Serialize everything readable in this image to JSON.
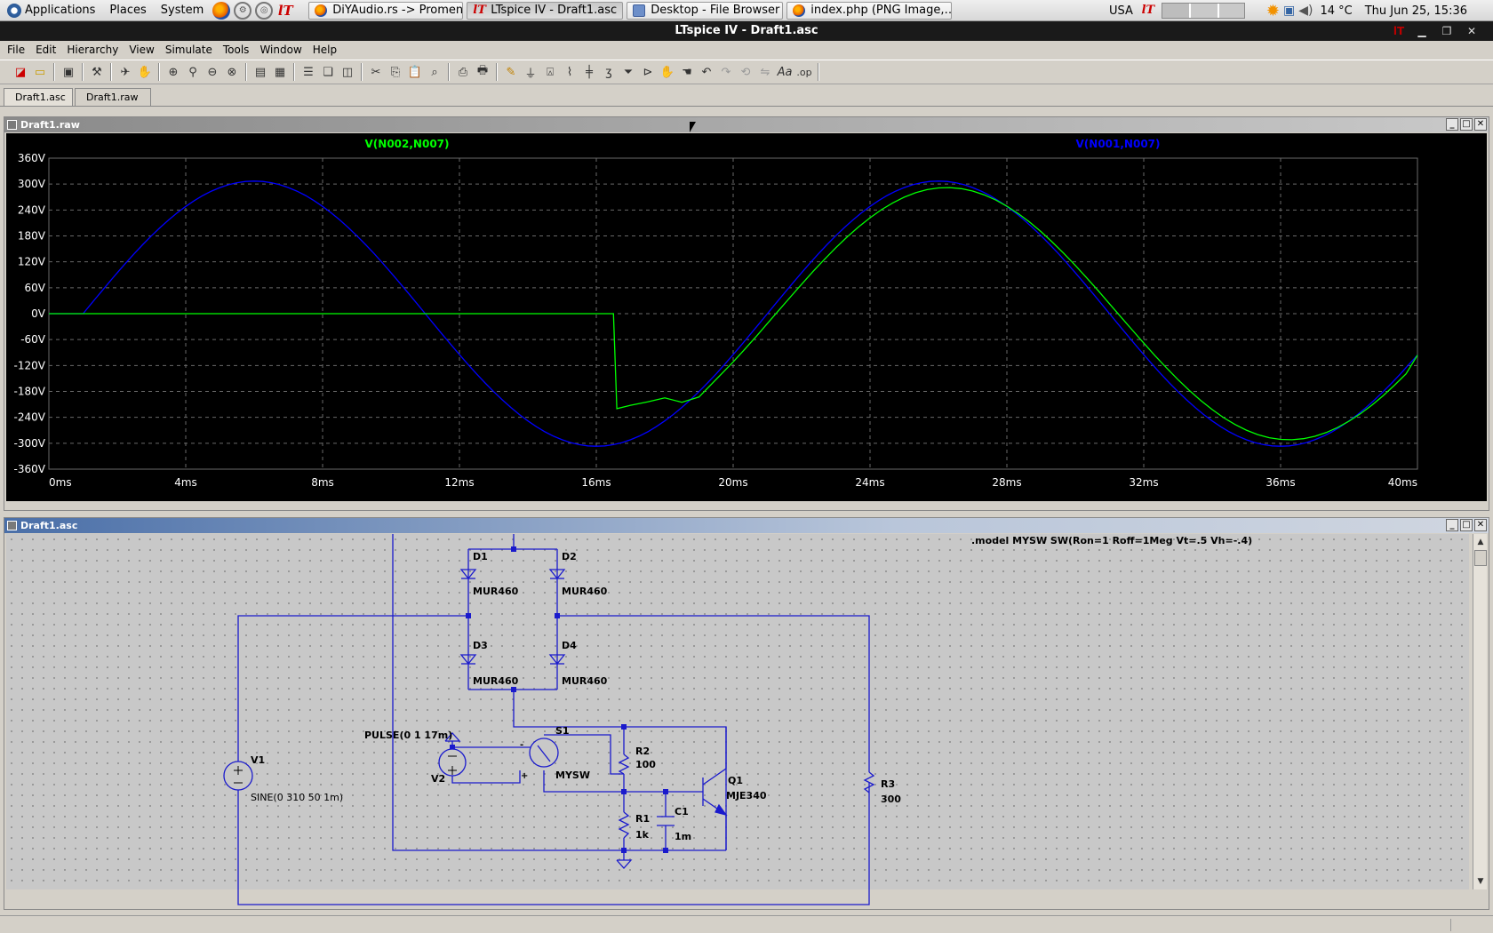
{
  "gnome_panel": {
    "menus": [
      "Applications",
      "Places",
      "System"
    ],
    "tasks": [
      {
        "label": "DiYAudio.rs -> Promen…",
        "icon": "firefox-icon"
      },
      {
        "label": "LTspice IV - Draft1.asc",
        "icon": "ltspice-icon",
        "active": true
      },
      {
        "label": "Desktop - File Browser",
        "icon": "folder-icon"
      },
      {
        "label": "index.php (PNG Image,…",
        "icon": "firefox-icon"
      }
    ],
    "keyboard_layout": "USA",
    "temperature": "14 °C",
    "clock": "Thu Jun 25, 15:36"
  },
  "app": {
    "title": "LTspice IV - Draft1.asc",
    "menu": [
      "File",
      "Edit",
      "Hierarchy",
      "View",
      "Simulate",
      "Tools",
      "Window",
      "Help"
    ],
    "tabs": [
      "Draft1.asc",
      "Draft1.raw"
    ]
  },
  "waveform_window": {
    "title": "Draft1.raw",
    "colors": {
      "background": "#000000",
      "grid": "#6a6a6a",
      "trace1": "#00ff00",
      "trace2": "#0000ff",
      "axis_text": "#ffffff"
    }
  },
  "chart_data": {
    "type": "line",
    "xlabel": "",
    "ylabel": "",
    "xlim": [
      0,
      40
    ],
    "ylim": [
      -360,
      360
    ],
    "x_ticks": [
      "0ms",
      "4ms",
      "8ms",
      "12ms",
      "16ms",
      "20ms",
      "24ms",
      "28ms",
      "32ms",
      "36ms",
      "40ms"
    ],
    "y_ticks": [
      "360V",
      "300V",
      "240V",
      "180V",
      "120V",
      "60V",
      "0V",
      "-60V",
      "-120V",
      "-180V",
      "-240V",
      "-300V",
      "-360V"
    ],
    "series": [
      {
        "name": "V(N002,N007)",
        "color": "#00ff00",
        "x": [
          0,
          1,
          5,
          10,
          16.5,
          16.6,
          17.0,
          17.5,
          18.0,
          18.5,
          19,
          20,
          22,
          24,
          26,
          28,
          30,
          32,
          34,
          36,
          38,
          40
        ],
        "y": [
          0,
          0,
          0,
          0,
          0,
          -220,
          -212,
          -204,
          -195,
          -205,
          -193,
          -164,
          -54,
          196,
          290,
          222,
          73,
          -125,
          -258,
          -290,
          -233,
          -96
        ]
      },
      {
        "name": "V(N001,N007)",
        "color": "#0000ff",
        "x": [
          0,
          1,
          2,
          4,
          6,
          8,
          10,
          12,
          14,
          16,
          18,
          20,
          22,
          24,
          26,
          28,
          30,
          32,
          34,
          36,
          38,
          40
        ],
        "y": [
          0,
          0,
          96,
          250,
          307,
          250,
          96,
          -96,
          -250,
          -307,
          -250,
          -96,
          96,
          250,
          307,
          250,
          96,
          -96,
          -250,
          -307,
          -250,
          -96
        ]
      }
    ]
  },
  "schematic_window": {
    "title": "Draft1.asc",
    "wire_color": "#0000c8",
    "spice_directive": ".model MYSW SW(Ron=1 Roff=1Meg Vt=.5 Vh=-.4)",
    "components": {
      "D1": {
        "ref": "D1",
        "value": "MUR460"
      },
      "D2": {
        "ref": "D2",
        "value": "MUR460"
      },
      "D3": {
        "ref": "D3",
        "value": "MUR460"
      },
      "D4": {
        "ref": "D4",
        "value": "MUR460"
      },
      "V1": {
        "ref": "V1",
        "value": "SINE(0 310 50 1m)"
      },
      "V2": {
        "ref": "V2",
        "value": "PULSE(0 1 17m)"
      },
      "S1": {
        "ref": "S1",
        "value": "MYSW"
      },
      "R2": {
        "ref": "R2",
        "value": "100"
      },
      "Q1": {
        "ref": "Q1",
        "value": "MJE340"
      },
      "R1": {
        "ref": "R1",
        "value": "1k"
      },
      "C1": {
        "ref": "C1",
        "value": "1m"
      },
      "R3": {
        "ref": "R3",
        "value": "300"
      }
    }
  }
}
